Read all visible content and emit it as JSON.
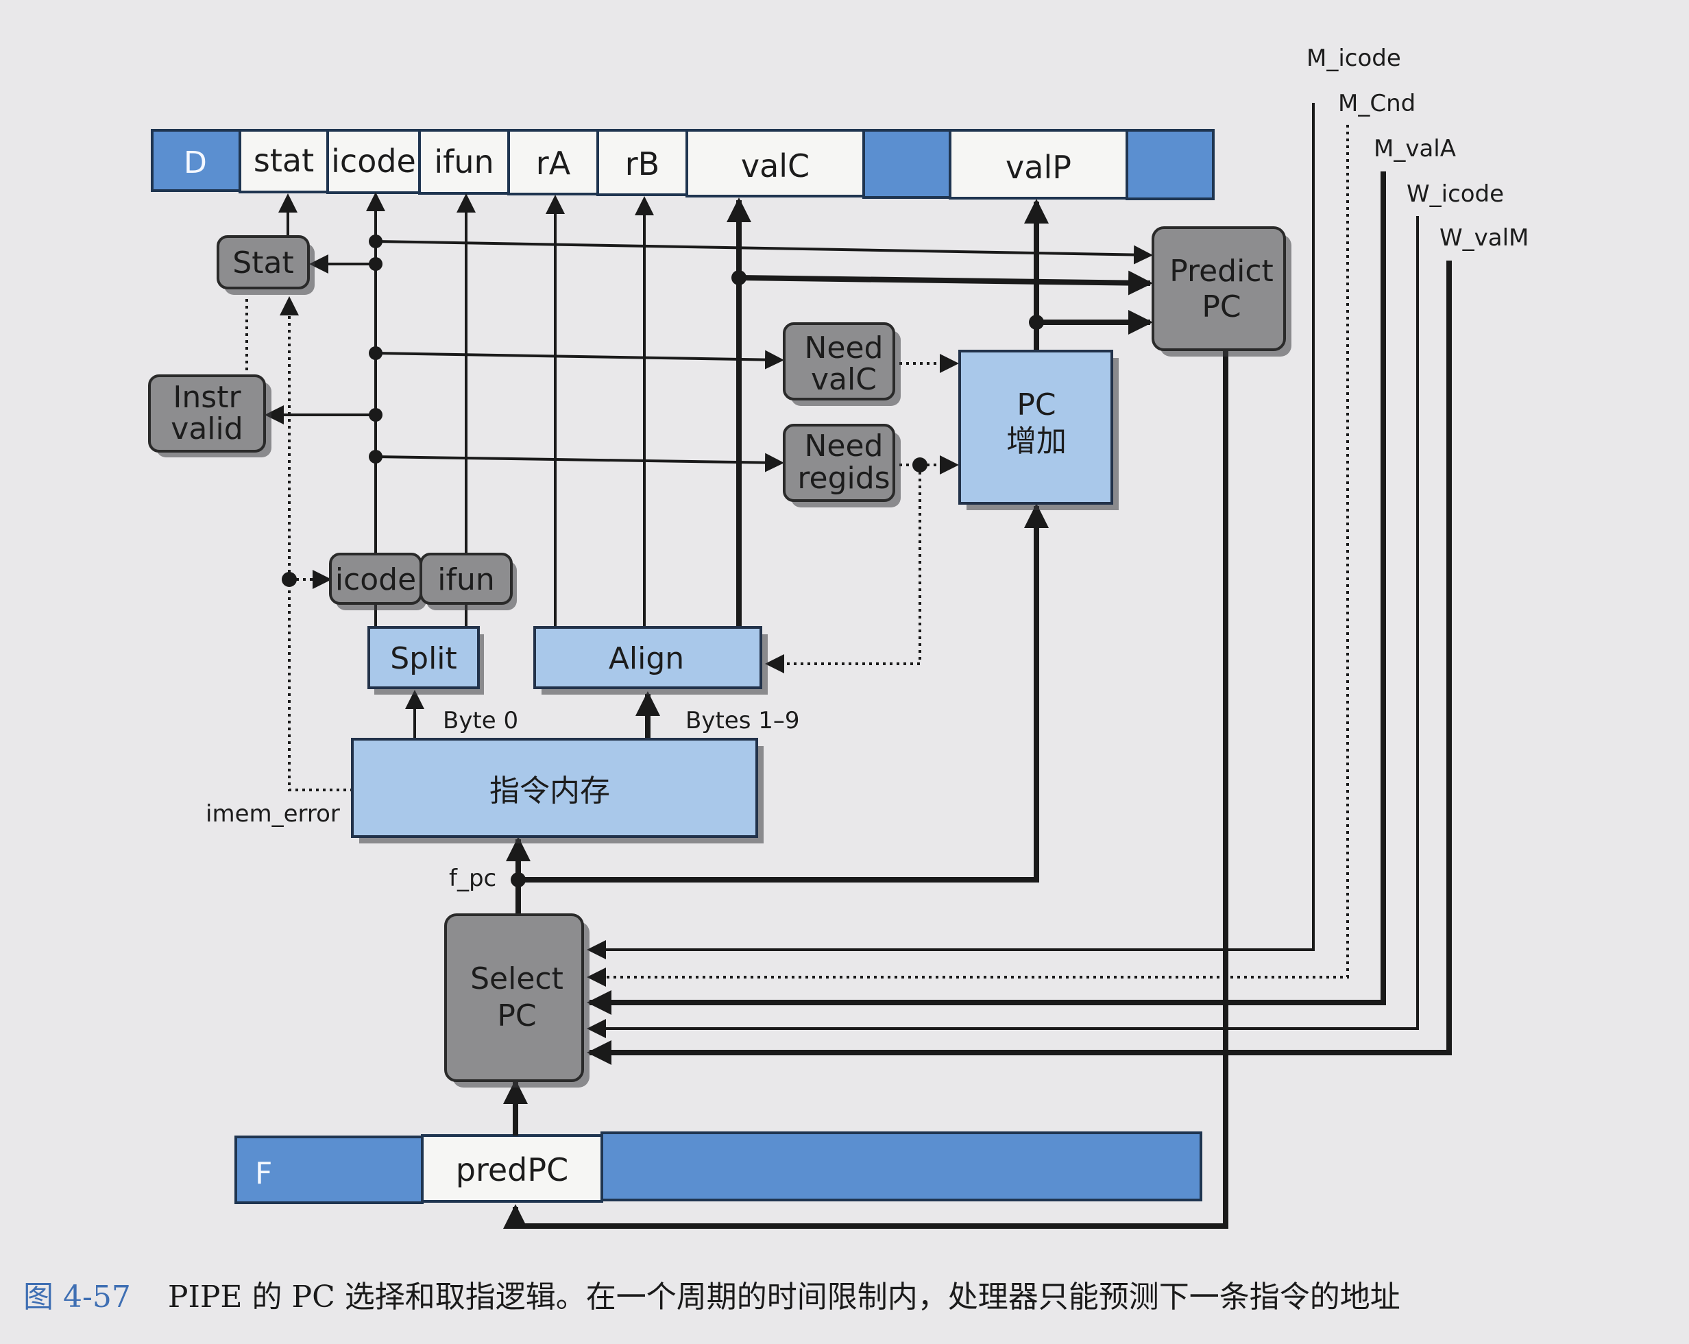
{
  "registers": {
    "D": {
      "name": "D",
      "fields": [
        "stat",
        "icode",
        "ifun",
        "rA",
        "rB",
        "valC",
        "valP"
      ]
    },
    "F": {
      "name": "F",
      "fields": [
        "predPC"
      ]
    }
  },
  "blocks": {
    "stat": "Stat",
    "instr_valid_1": "Instr",
    "instr_valid_2": "valid",
    "need_valc_1": "Need",
    "need_valc_2": "valC",
    "need_regids_1": "Need",
    "need_regids_2": "regids",
    "pc_inc_1": "PC",
    "pc_inc_2": "增加",
    "predict_pc_1": "Predict",
    "predict_pc_2": "PC",
    "icode": "icode",
    "ifun": "ifun",
    "split": "Split",
    "align": "Align",
    "imem": "指令内存",
    "select_pc_1": "Select",
    "select_pc_2": "PC"
  },
  "signals": {
    "byte0": "Byte 0",
    "bytes19": "Bytes 1–9",
    "imem_error": "imem_error",
    "f_pc": "f_pc",
    "m_icode": "M_icode",
    "m_cnd": "M_Cnd",
    "m_vala": "M_valA",
    "w_icode": "W_icode",
    "w_valm": "W_valM"
  },
  "caption": {
    "number": "图 4-57",
    "text": "PIPE 的 PC 选择和取指逻辑。在一个周期的时间限制内，处理器只能预测下一条指令的地址"
  },
  "colors": {
    "register_blue": "#5b8fd0",
    "block_blue": "#a9c8ea",
    "block_gray": "#8d8d8f",
    "background": "#e9e8ea"
  }
}
